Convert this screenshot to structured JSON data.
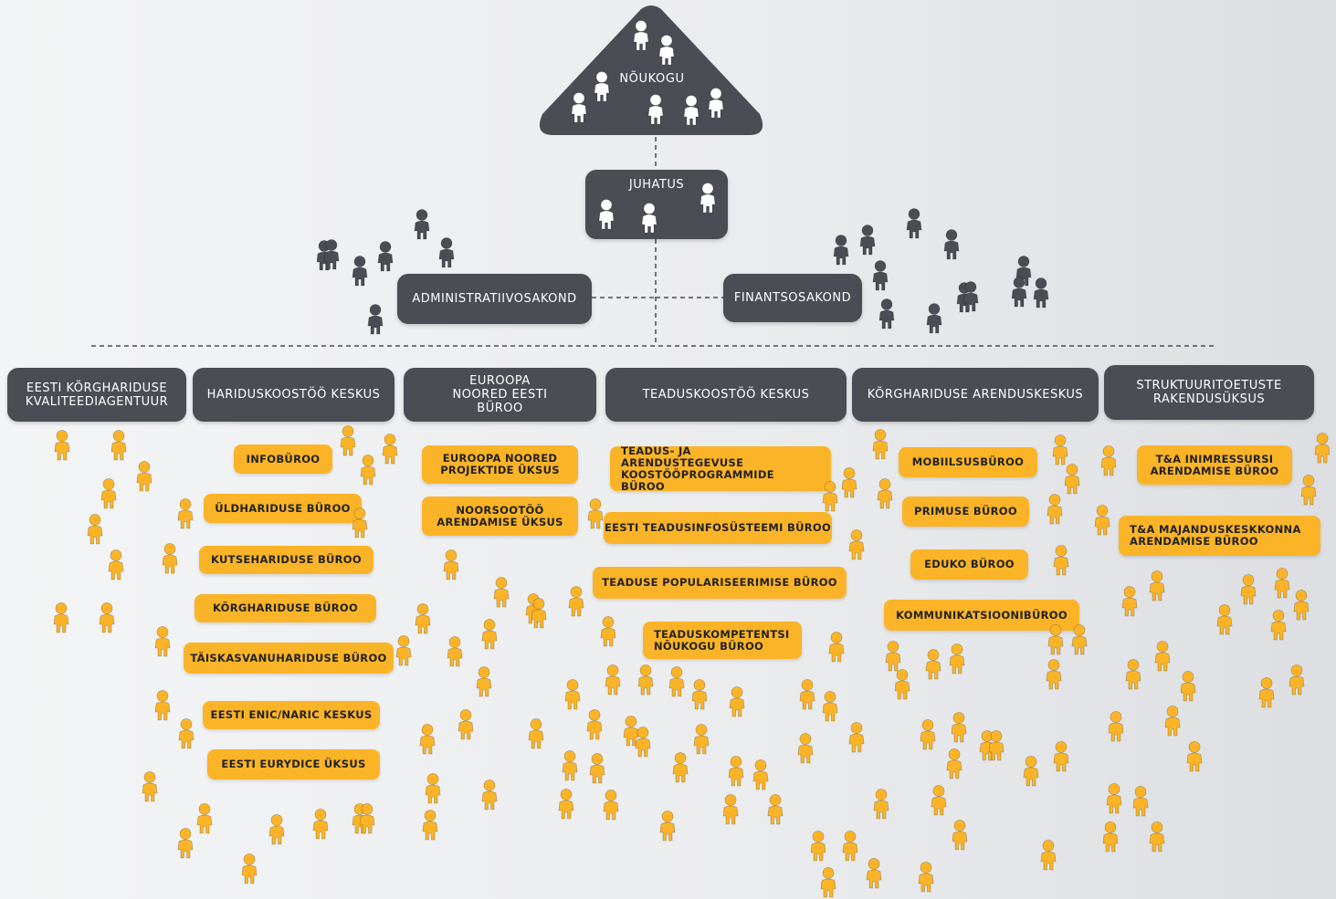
{
  "colors": {
    "dark_box": "#4a4d54",
    "yellow_box": "#fbb427",
    "person_yellow": "#fbb427",
    "person_dark": "#4a4d54",
    "person_white": "#ffffff",
    "line": "#4a4d54"
  },
  "icons": {
    "person": "person-icon"
  },
  "council": {
    "label": "NÕUKOGU"
  },
  "board": {
    "label": "JUHATUS"
  },
  "departments": {
    "admin": {
      "label": "ADMINISTRATIIVOSAKOND"
    },
    "finance": {
      "label": "FINANTSOSAKOND"
    }
  },
  "units": [
    {
      "id": "ekka",
      "label": "EESTI KÕRGHARIDUSE KVALITEEDIAGENTUUR",
      "subunits": []
    },
    {
      "id": "hk",
      "label": "HARIDUSKOOSTÖÖ KESKUS",
      "subunits": [
        "INFOBÜROO",
        "ÜLDHARIDUSE BÜROO",
        "KUTSEHARIDUSE BÜROO",
        "KÕRGHARIDUSE BÜROO",
        "TÄISKASVANUHARIDUSE BÜROO",
        "EESTI ENIC/NARIC KESKUS",
        "EESTI EURYDICE ÜKSUS"
      ]
    },
    {
      "id": "en",
      "label": "EUROOPA NOORED EESTI BÜROO",
      "subunits": [
        "EUROOPA NOORED PROJEKTIDE ÜKSUS",
        "NOORSOOTÖÖ ARENDAMISE ÜKSUS"
      ]
    },
    {
      "id": "tk",
      "label": "TEADUSKOOSTÖÖ KESKUS",
      "subunits": [
        "TEADUS- JA ARENDUSTEGEVUSE KOOSTÖÖPROGRAMMIDE BÜROO",
        "EESTI TEADUSINFOSÜSTEEMI BÜROO",
        "TEADUSE POPULARISEERIMISE BÜROO",
        "TEADUSKOMPETENTSI NÕUKOGU BÜROO"
      ]
    },
    {
      "id": "kak",
      "label": "KÕRGHARIDUSE ARENDUSKESKUS",
      "subunits": [
        "MOBIILSUSBÜROO",
        "PRIMUSE BÜROO",
        "EDUKO BÜROO",
        "KOMMUNIKATSIOONIBÜROO"
      ]
    },
    {
      "id": "sru",
      "label": "STRUKTUURITOETUSTE RAKENDUSÜKSUS",
      "subunits": [
        "T&A INIMRESSURSI ARENDAMISE BÜROO",
        "T&A MAJANDUSKESKKONNA ARENDAMISE BÜROO"
      ]
    }
  ]
}
